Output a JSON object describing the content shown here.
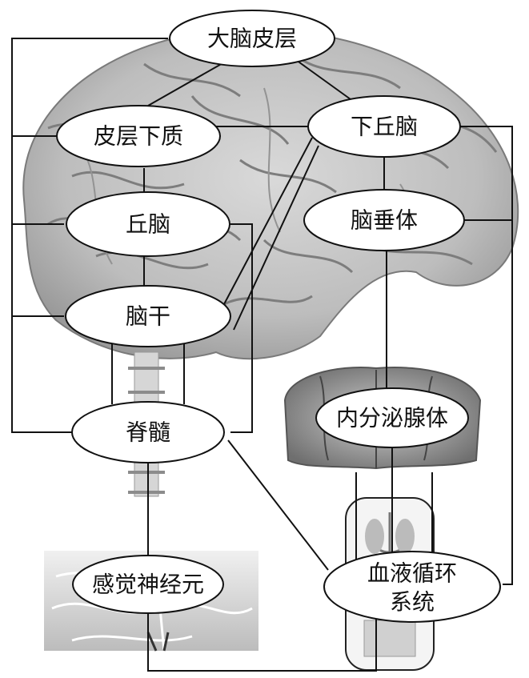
{
  "diagram": {
    "nodes": [
      {
        "id": "cortex",
        "label": "大脑皮层"
      },
      {
        "id": "subcortex",
        "label": "皮层下质"
      },
      {
        "id": "hypothalamus",
        "label": "下丘脑"
      },
      {
        "id": "thalamus",
        "label": "丘脑"
      },
      {
        "id": "pituitary",
        "label": "脑垂体"
      },
      {
        "id": "brainstem",
        "label": "脑干"
      },
      {
        "id": "spinal-cord",
        "label": "脊髓"
      },
      {
        "id": "endocrine",
        "label": "内分泌腺体"
      },
      {
        "id": "sensory-neuron",
        "label": "感觉神经元"
      },
      {
        "id": "circulation",
        "label_lines": [
          "血液循环",
          "系统"
        ]
      }
    ],
    "colors": {
      "line": "#111111",
      "node_fill": "#ffffff",
      "brain": "#b9b9b9",
      "brain_dark": "#8a8a8a"
    }
  }
}
